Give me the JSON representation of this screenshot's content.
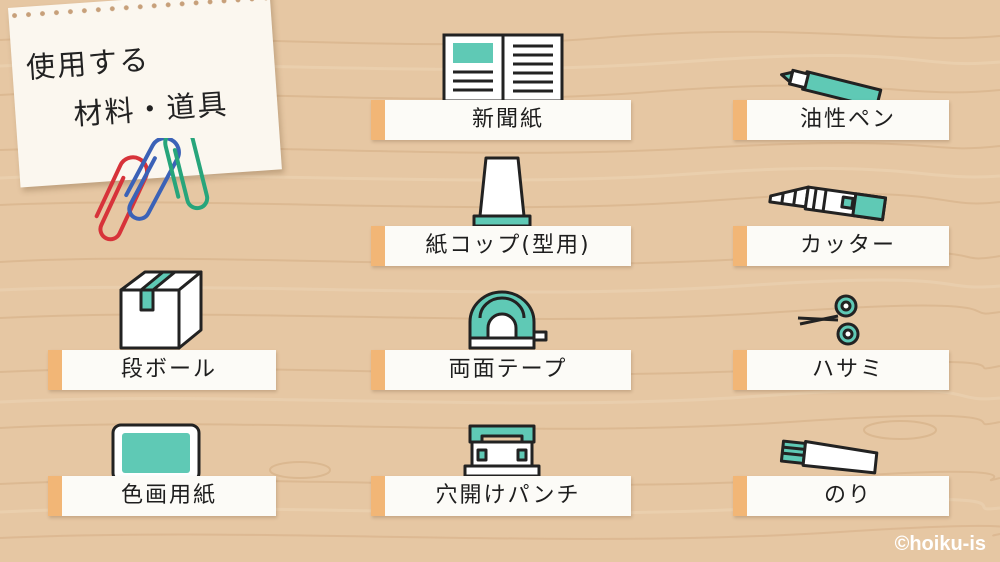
{
  "note": {
    "line1": "使用する",
    "line2": "材料・道具"
  },
  "items": [
    {
      "label": "新聞紙",
      "icon": "newspaper-icon"
    },
    {
      "label": "紙コップ(型用)",
      "icon": "paper-cup-icon"
    },
    {
      "label": "両面テープ",
      "icon": "double-sided-tape-icon"
    },
    {
      "label": "穴開けパンチ",
      "icon": "hole-punch-icon"
    },
    {
      "label": "油性ペン",
      "icon": "marker-pen-icon"
    },
    {
      "label": "カッター",
      "icon": "cutter-knife-icon"
    },
    {
      "label": "ハサミ",
      "icon": "scissors-icon"
    },
    {
      "label": "のり",
      "icon": "glue-tube-icon"
    },
    {
      "label": "段ボール",
      "icon": "cardboard-box-icon"
    },
    {
      "label": "色画用紙",
      "icon": "colored-paper-icon"
    }
  ],
  "copyright": "©hoiku-is",
  "colors": {
    "wood": "#e6c7a3",
    "accent_teal": "#5fc9b5",
    "tab_orange": "#f2b676",
    "label_bg": "#fcfbf7",
    "outline": "#222222"
  }
}
